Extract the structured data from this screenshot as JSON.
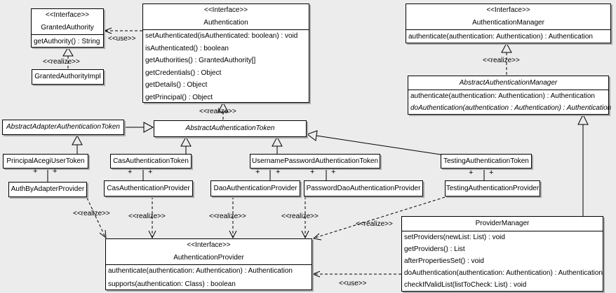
{
  "stereotypes": {
    "interface": "<<Interface>>"
  },
  "connector_labels": {
    "use": "<<use>>",
    "realize": "<<realize>>",
    "plus": "+"
  },
  "classes": {
    "granted_authority": {
      "stereotype": "<<Interface>>",
      "name": "GrantedAuthority",
      "methods": [
        "getAuthority() : String"
      ]
    },
    "granted_authority_impl": {
      "name": "GrantedAuthorityImpl"
    },
    "authentication": {
      "stereotype": "<<Interface>>",
      "name": "Authentication",
      "methods": [
        "setAuthenticated(isAuthenticated: boolean) : void",
        "isAuthenticated() : boolean",
        "getAuthorities() : GrantedAuthority[]",
        "getCredentials() : Object",
        "getDetails() : Object",
        "getPrincipal() : Object"
      ]
    },
    "authentication_manager": {
      "stereotype": "<<Interface>>",
      "name": "AuthenticationManager",
      "methods": [
        "authenticate(authentication: Authentication) : Authentication"
      ]
    },
    "abstract_authentication_manager": {
      "name": "AbstractAuthenticationManager",
      "methods": [
        "authenticate(authentication: Authentication) : Authentication",
        "doAuthentication(authentication : Authentication) : Authentication"
      ]
    },
    "abstract_adapter_authentication_token": {
      "name": "AbstractAdapterAuthenticationToken"
    },
    "abstract_authentication_token": {
      "name": "AbstractAuthenticationToken"
    },
    "principal_acegi_user_token": {
      "name": "PrincipalAcegiUserToken"
    },
    "cas_authentication_token": {
      "name": "CasAuthenticationToken"
    },
    "username_password_authentication_token": {
      "name": "UsernamePasswordAuthenticationToken"
    },
    "testing_authentication_token": {
      "name": "TestingAuthenticationToken"
    },
    "auth_by_adapter_provider": {
      "name": "AuthByAdapterProvider"
    },
    "cas_authentication_provider": {
      "name": "CasAuthenticationProvider"
    },
    "dao_authentication_provider": {
      "name": "DaoAuthenticationProvider"
    },
    "password_dao_authentication_provider": {
      "name": "PasswordDaoAuthenticationProvider"
    },
    "testing_authentication_provider": {
      "name": "TestingAuthenticationProvider"
    },
    "authentication_provider": {
      "stereotype": "<<Interface>>",
      "name": "AuthenticationProvider",
      "methods": [
        "authenticate(authentication: Authentication) : Authentication",
        "supports(authentication: Class) : boolean"
      ]
    },
    "provider_manager": {
      "name": "ProviderManager",
      "methods": [
        "setProviders(newList: List) : void",
        "getProviders() : List",
        "afterPropertiesSet() : void",
        "doAuthentication(authentication: Authentication) : Authentication",
        "checkIfValidList(listToCheck: List) : void"
      ]
    }
  }
}
